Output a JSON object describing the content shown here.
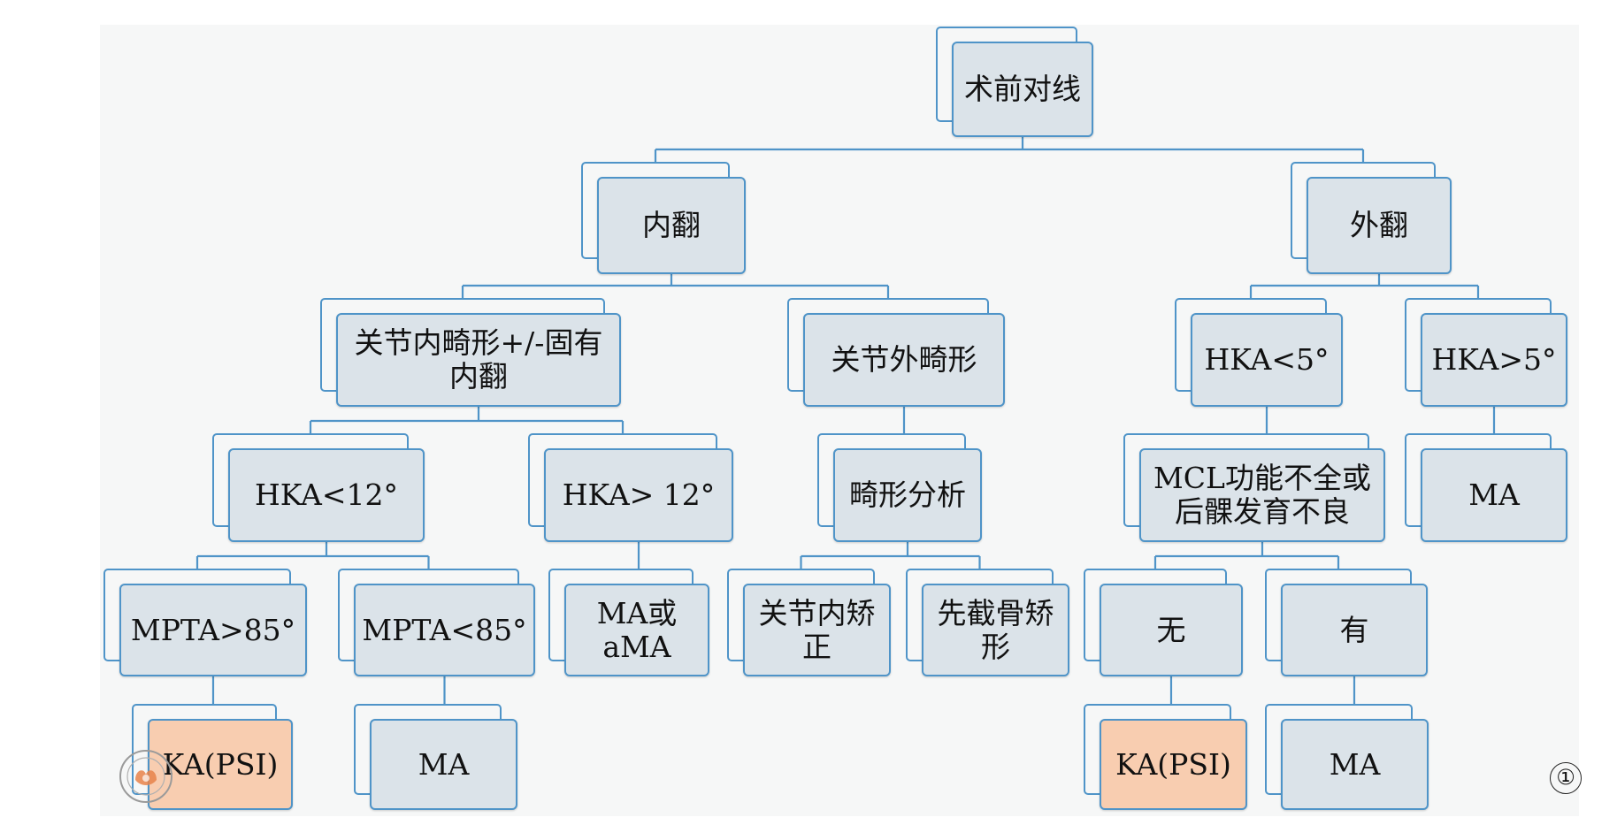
{
  "nodes": [
    {
      "id": "root",
      "label": "术前对线"
    },
    {
      "id": "varus",
      "label": "内翻"
    },
    {
      "id": "valgus",
      "label": "外翻"
    },
    {
      "id": "intra",
      "label": "关节内畸形+/-固有\n内翻"
    },
    {
      "id": "extra",
      "label": "关节外畸形"
    },
    {
      "id": "hka5lt",
      "label": "HKA<5°"
    },
    {
      "id": "hka5gt",
      "label": "HKA>5°"
    },
    {
      "id": "hka12lt",
      "label": "HKA<12°"
    },
    {
      "id": "hka12gt",
      "label": "HKA> 12°"
    },
    {
      "id": "analysis",
      "label": "畸形分析"
    },
    {
      "id": "mcl",
      "label": "MCL功能不全或\n后髁发育不良"
    },
    {
      "id": "ma-valgus",
      "label": "MA"
    },
    {
      "id": "mpta-gt",
      "label": "MPTA>85°"
    },
    {
      "id": "mpta-lt",
      "label": "MPTA<85°"
    },
    {
      "id": "ma-ama",
      "label": "MA或\naMA"
    },
    {
      "id": "intra-correct",
      "label": "关节内矫\n正"
    },
    {
      "id": "osteotomy",
      "label": "先截骨矫\n形"
    },
    {
      "id": "none",
      "label": "无"
    },
    {
      "id": "yes",
      "label": "有"
    },
    {
      "id": "ka-psi-left",
      "label": "KA(PSI)",
      "highlight": true
    },
    {
      "id": "ma-left",
      "label": "MA"
    },
    {
      "id": "ka-psi-right",
      "label": "KA(PSI)",
      "highlight": true
    },
    {
      "id": "ma-right",
      "label": "MA"
    }
  ],
  "edges": [
    [
      "root",
      "varus"
    ],
    [
      "root",
      "valgus"
    ],
    [
      "varus",
      "intra"
    ],
    [
      "varus",
      "extra"
    ],
    [
      "valgus",
      "hka5lt"
    ],
    [
      "valgus",
      "hka5gt"
    ],
    [
      "intra",
      "hka12lt"
    ],
    [
      "intra",
      "hka12gt"
    ],
    [
      "extra",
      "analysis"
    ],
    [
      "hka5lt",
      "mcl"
    ],
    [
      "hka5gt",
      "ma-valgus"
    ],
    [
      "hka12lt",
      "mpta-gt"
    ],
    [
      "hka12lt",
      "mpta-lt"
    ],
    [
      "hka12gt",
      "ma-ama"
    ],
    [
      "analysis",
      "intra-correct"
    ],
    [
      "analysis",
      "osteotomy"
    ],
    [
      "mcl",
      "none"
    ],
    [
      "mcl",
      "yes"
    ],
    [
      "mpta-gt",
      "ka-psi-left"
    ],
    [
      "mpta-lt",
      "ma-left"
    ],
    [
      "none",
      "ka-psi-right"
    ],
    [
      "yes",
      "ma-right"
    ]
  ],
  "figure_label": "①",
  "colors": {
    "border": "#4f94c8",
    "fill": "#dbe3e9",
    "highlight": "#f8cdb0",
    "panel": "#f6f7f7"
  }
}
